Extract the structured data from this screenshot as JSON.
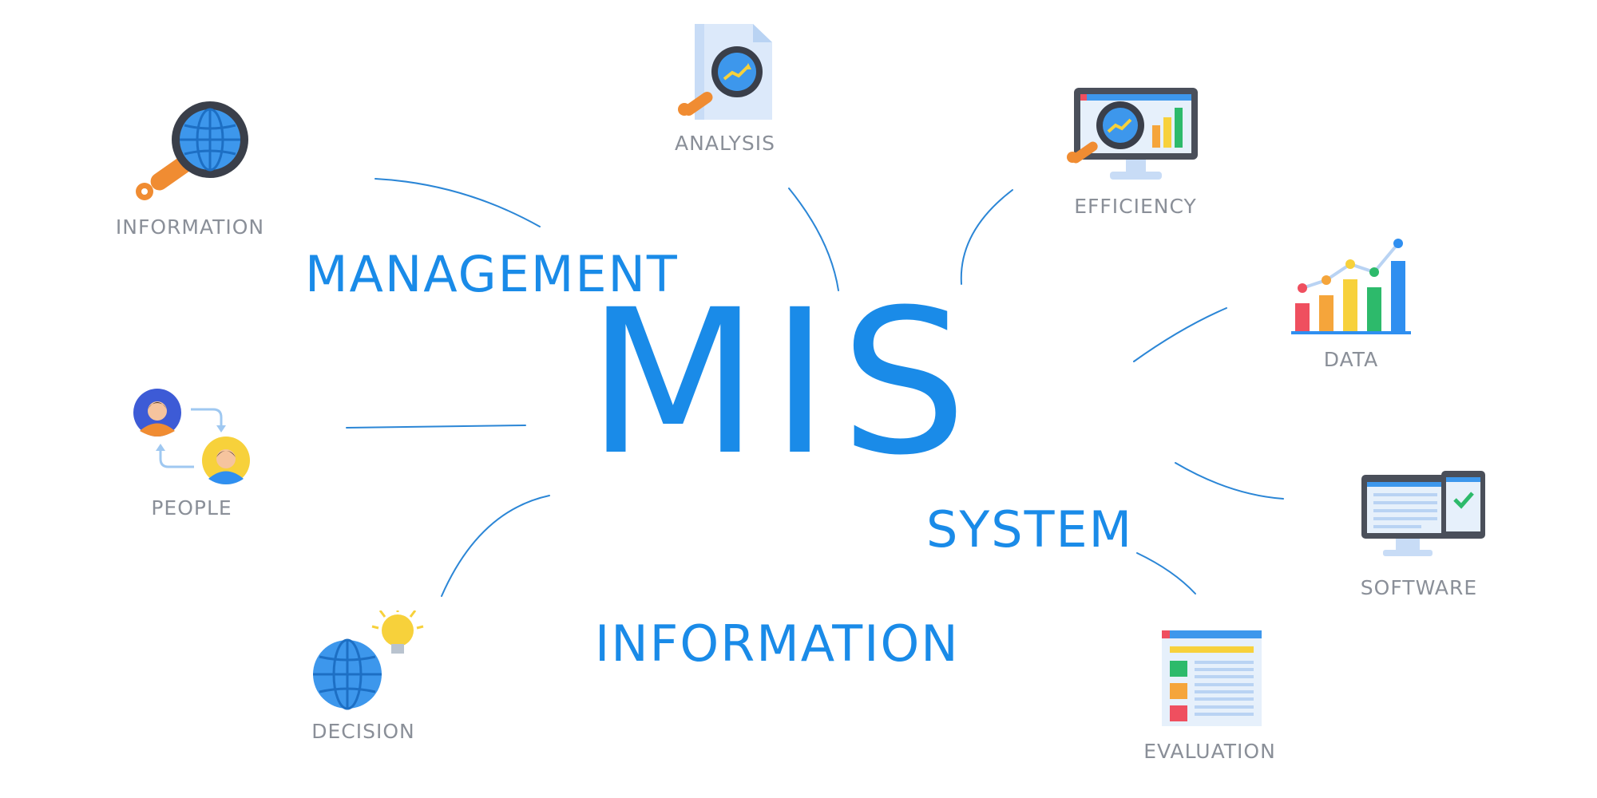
{
  "center_title": "MIS",
  "words": {
    "management": "MANAGEMENT",
    "system": "SYSTEM",
    "information": "INFORMATION"
  },
  "nodes": {
    "information": "INFORMATION",
    "analysis": "ANALYSIS",
    "efficiency": "EFFICIENCY",
    "data": "DATA",
    "people": "PEOPLE",
    "software": "SOFTWARE",
    "decision": "DECISION",
    "evaluation": "EVALUATION"
  },
  "colors": {
    "accent": "#1a8be8",
    "label": "#8a8f98",
    "connector": "#2b86d6"
  }
}
